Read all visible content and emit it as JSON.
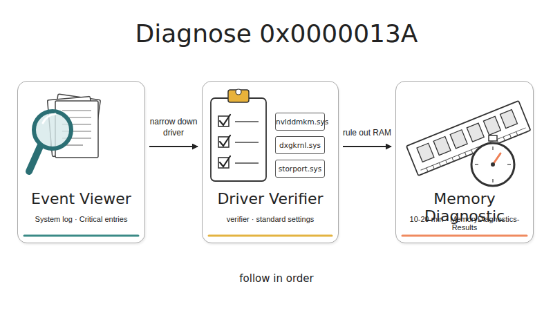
{
  "diagram": {
    "title": "Diagnose 0x0000013A",
    "nodes": [
      {
        "text": [
          "Event Viewer",
          "System log · Critical entries"
        ]
      },
      {
        "text": [
          "Driver Verifier",
          "verifier · standard settings"
        ]
      },
      {
        "text": [
          "nvlddmkm.sys"
        ],
        "in": 1
      },
      {
        "text": [
          "dxgkrnl.sys"
        ],
        "in": 1
      },
      {
        "text": [
          "storport.sys"
        ],
        "in": 1
      },
      {
        "text": [
          "Memory Diagnostic",
          "10-20 min · MemoryDiagnostics-Results"
        ]
      }
    ],
    "edges": [
      {
        "from": 0,
        "to": 1,
        "label": "narrow down driver",
        "arrow": "to"
      },
      {
        "from": 1,
        "to": 5,
        "label": "rule out RAM",
        "arrow": "to"
      }
    ],
    "labels": [
      "follow in order"
    ]
  }
}
